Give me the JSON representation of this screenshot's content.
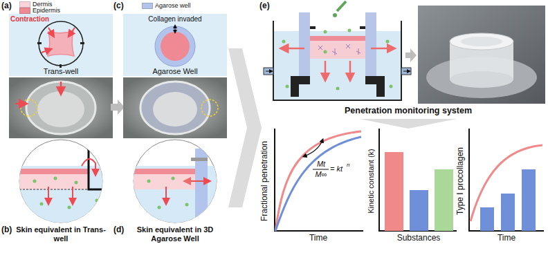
{
  "diagram": {
    "nodes": [
      {
        "text": [
          "Contraction",
          "Trans-well"
        ]
      },
      {
        "text": [
          "Skin equivalent in Trans-well"
        ]
      },
      {
        "text": [
          "Collagen invaded",
          "Agarose Well"
        ]
      },
      {
        "text": [
          "Skin equivalent in 3D Agarose Well"
        ]
      }
    ],
    "labels": [
      "(a)",
      "(b)",
      "(c)",
      "(d)",
      "(e)",
      "Penetration monitoring system",
      "Fractional penetration",
      "Mt",
      "M∞",
      "= kt",
      "n",
      "Time",
      "Kinetic constant (k)",
      "Substances",
      "Type I procollagen",
      "Time"
    ],
    "legend": [
      {
        "text": "Dermis",
        "color": "#f9d5da"
      },
      {
        "text": "Epidermis",
        "color": "#ef8a95"
      },
      {
        "text": "Agarose well",
        "color": "#b3c4ec"
      }
    ]
  }
}
